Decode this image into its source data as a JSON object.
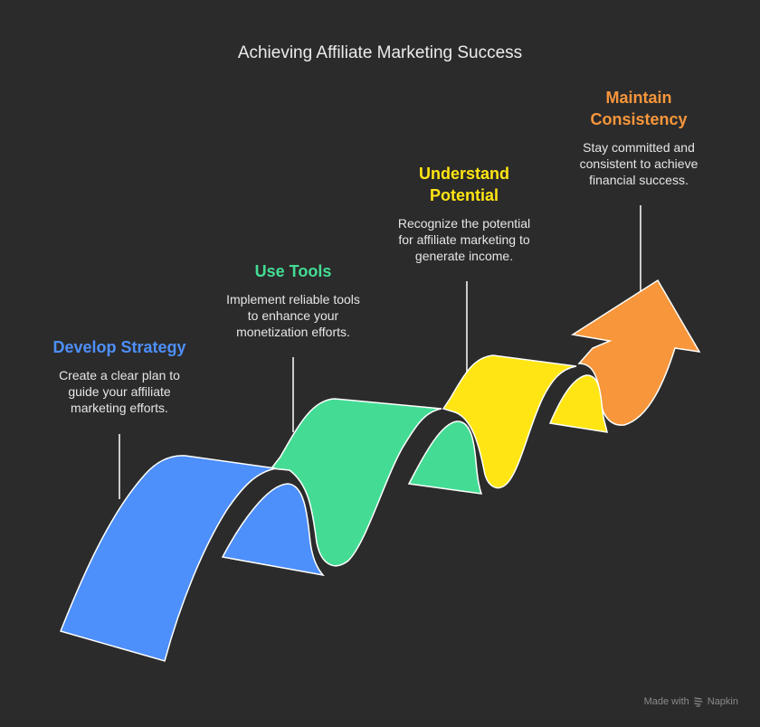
{
  "title": "Achieving Affiliate Marketing Success",
  "steps": [
    {
      "heading": "Develop Strategy",
      "description_lines": [
        "Create a clear plan to",
        "guide your affiliate",
        "marketing efforts."
      ],
      "color": "#4d8ffb"
    },
    {
      "heading": "Use Tools",
      "description_lines": [
        "Implement reliable tools",
        "to enhance your",
        "monetization efforts."
      ],
      "color": "#44dc94"
    },
    {
      "heading_lines": [
        "Understand",
        "Potential"
      ],
      "description_lines": [
        "Recognize the potential",
        "for affiliate marketing to",
        "generate income."
      ],
      "color": "#ffe514"
    },
    {
      "heading_lines": [
        "Maintain",
        "Consistency"
      ],
      "description_lines": [
        "Stay committed and",
        "consistent to achieve",
        "financial success."
      ],
      "color": "#f7963b"
    }
  ],
  "footer": {
    "made_with": "Made with",
    "brand": "Napkin",
    "icon": "napkin-logo-icon"
  },
  "colors": {
    "background": "#2b2b2b",
    "outline": "#ffffff",
    "title": "#ececec"
  }
}
